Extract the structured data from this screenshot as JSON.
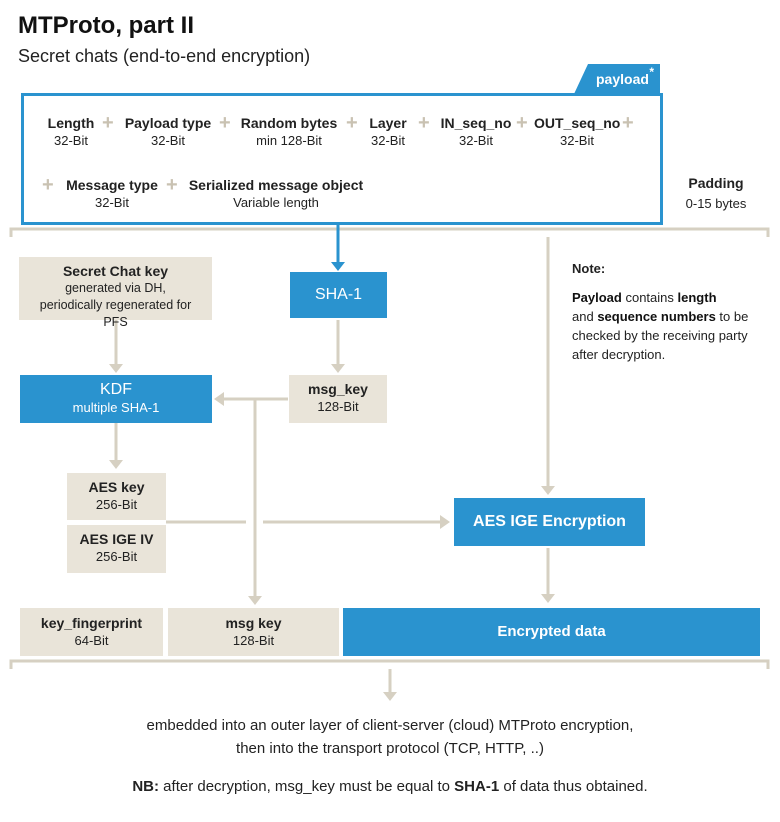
{
  "header": {
    "title": "MTProto, part II",
    "subtitle": "Secret chats (end-to-end encryption)"
  },
  "payload": {
    "tag": "payload",
    "tag_mark": "*",
    "fields": [
      {
        "name": "Length",
        "value": "32-Bit"
      },
      {
        "name": "Payload type",
        "value": "32-Bit"
      },
      {
        "name": "Random bytes",
        "value": "min 128-Bit"
      },
      {
        "name": "Layer",
        "value": "32-Bit"
      },
      {
        "name": "IN_seq_no",
        "value": "32-Bit"
      },
      {
        "name": "OUT_seq_no",
        "value": "32-Bit"
      },
      {
        "name": "Message type",
        "value": "32-Bit"
      },
      {
        "name": "Serialized message object",
        "value": "Variable length"
      }
    ],
    "padding": {
      "name": "Padding",
      "value": "0-15 bytes"
    }
  },
  "boxes": {
    "secret_chat_key": {
      "name": "Secret Chat key",
      "desc": "generated via DH, periodically regenerated for PFS"
    },
    "sha1": {
      "name": "SHA-1"
    },
    "kdf": {
      "name": "KDF",
      "desc": "multiple SHA-1"
    },
    "msg_key": {
      "name": "msg_key",
      "value": "128-Bit"
    },
    "aes_key": {
      "name": "AES key",
      "value": "256-Bit"
    },
    "aes_iv": {
      "name": "AES IGE IV",
      "value": "256-Bit"
    },
    "aes_enc": {
      "name": "AES IGE Encryption"
    },
    "key_fingerprint": {
      "name": "key_fingerprint",
      "value": "64-Bit"
    },
    "msg_key_out": {
      "name": "msg key",
      "value": "128-Bit"
    },
    "encrypted": {
      "name": "Encrypted data"
    }
  },
  "note": {
    "title": "Note:",
    "payload_word": "Payload",
    "contains": " contains ",
    "length_word": "length",
    "and": "and ",
    "seq_word": "sequence numbers",
    "rest": " to be checked by the receiving party after decryption."
  },
  "footer": {
    "line1": "embedded into an outer layer of client-server (cloud) MTProto encryption,",
    "line2": "then into the transport protocol (TCP, HTTP, ..)",
    "nb_label": "NB:",
    "nb_text1": " after decryption, msg_key must be equal to ",
    "nb_sha": "SHA-1",
    "nb_text2": " of data thus obtained."
  },
  "colors": {
    "blue": "#2a93cf",
    "beige": "#e9e4d9",
    "connector": "#d6d0c2"
  }
}
